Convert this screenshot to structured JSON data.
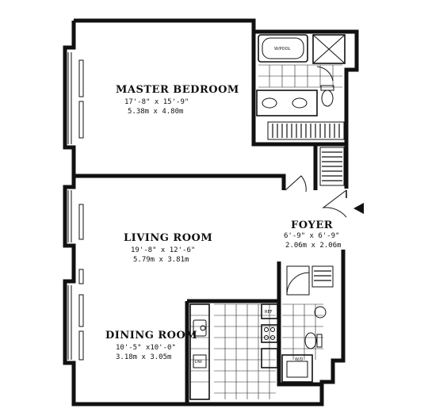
{
  "rooms": {
    "master_bedroom": {
      "name": "MASTER BEDROOM",
      "dim_imperial": "17'-8\" x 15'-9\"",
      "dim_metric": "5.38m x 4.80m"
    },
    "living_room": {
      "name": "LIVING ROOM",
      "dim_imperial": "19'-8\" x 12'-6\"",
      "dim_metric": "5.79m x 3.81m"
    },
    "dining_room": {
      "name": "DINING ROOM",
      "dim_imperial": "10'-5\" x10'-0\"",
      "dim_metric": "3.18m x 3.05m"
    },
    "foyer": {
      "name": "FOYER",
      "dim_imperial": "6'-9\" x 6'-9\"",
      "dim_metric": "2.06m x 2.06m"
    }
  },
  "fixtures": {
    "tub_label": "W/POOL",
    "ref_label": "REF",
    "dw_label": "DW",
    "wd_label": "W/D"
  },
  "entry_marker": "entry-arrow"
}
